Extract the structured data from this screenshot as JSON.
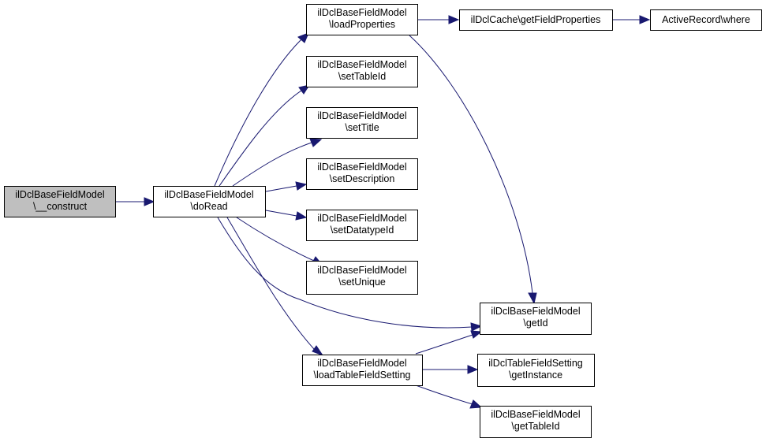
{
  "colors": {
    "edge": "#191970",
    "root_fill": "#bfbfbf",
    "node_fill": "#ffffff",
    "node_border": "#000000"
  },
  "nodes": {
    "construct": {
      "line1": "ilDclBaseFieldModel",
      "line2": "\\__construct"
    },
    "doRead": {
      "line1": "ilDclBaseFieldModel",
      "line2": "\\doRead"
    },
    "loadProperties": {
      "line1": "ilDclBaseFieldModel",
      "line2": "\\loadProperties"
    },
    "setTableId": {
      "line1": "ilDclBaseFieldModel",
      "line2": "\\setTableId"
    },
    "setTitle": {
      "line1": "ilDclBaseFieldModel",
      "line2": "\\setTitle"
    },
    "setDescription": {
      "line1": "ilDclBaseFieldModel",
      "line2": "\\setDescription"
    },
    "setDatatypeId": {
      "line1": "ilDclBaseFieldModel",
      "line2": "\\setDatatypeId"
    },
    "setUnique": {
      "line1": "ilDclBaseFieldModel",
      "line2": "\\setUnique"
    },
    "getId": {
      "line1": "ilDclBaseFieldModel",
      "line2": "\\getId"
    },
    "loadTableFieldSetting": {
      "line1": "ilDclBaseFieldModel",
      "line2": "\\loadTableFieldSetting"
    },
    "getFieldProperties": {
      "line1": "ilDclCache\\getFieldProperties"
    },
    "where": {
      "line1": "ActiveRecord\\where"
    },
    "getInstance": {
      "line1": "ilDclTableFieldSetting",
      "line2": "\\getInstance"
    },
    "getTableId": {
      "line1": "ilDclBaseFieldModel",
      "line2": "\\getTableId"
    }
  },
  "edges": [
    {
      "from": "construct",
      "to": "doRead"
    },
    {
      "from": "doRead",
      "to": "loadProperties"
    },
    {
      "from": "doRead",
      "to": "setTableId"
    },
    {
      "from": "doRead",
      "to": "setTitle"
    },
    {
      "from": "doRead",
      "to": "setDescription"
    },
    {
      "from": "doRead",
      "to": "setDatatypeId"
    },
    {
      "from": "doRead",
      "to": "setUnique"
    },
    {
      "from": "doRead",
      "to": "getId"
    },
    {
      "from": "doRead",
      "to": "loadTableFieldSetting"
    },
    {
      "from": "loadProperties",
      "to": "getFieldProperties"
    },
    {
      "from": "loadProperties",
      "to": "getId"
    },
    {
      "from": "getFieldProperties",
      "to": "where"
    },
    {
      "from": "loadTableFieldSetting",
      "to": "getId"
    },
    {
      "from": "loadTableFieldSetting",
      "to": "getInstance"
    },
    {
      "from": "loadTableFieldSetting",
      "to": "getTableId"
    }
  ]
}
